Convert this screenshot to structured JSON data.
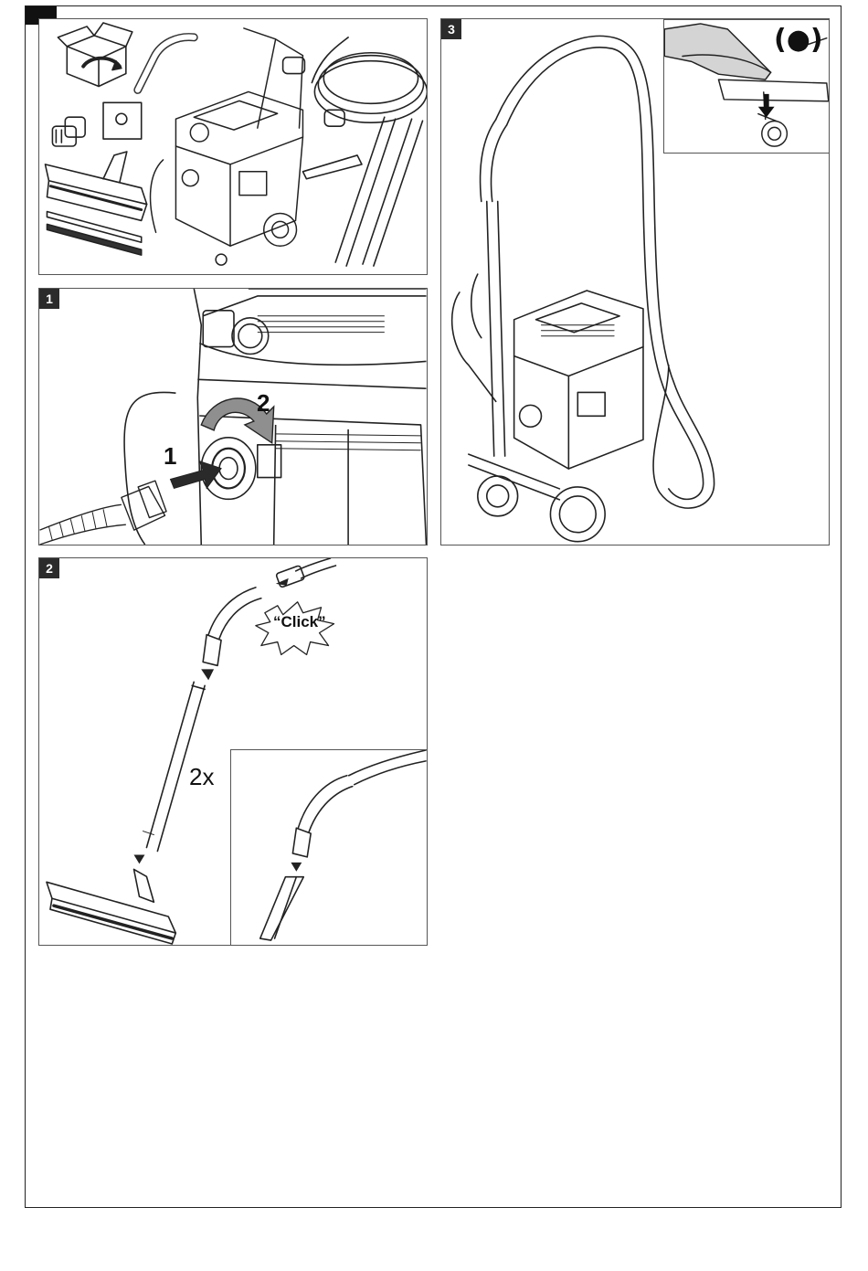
{
  "step_badges": {
    "step1": "1",
    "step2": "2",
    "step3": "3"
  },
  "step1": {
    "push_number": "1",
    "rotate_number": "2"
  },
  "step2": {
    "click_text": "“Click”",
    "repeat_text": "2x"
  },
  "step3": {
    "brake_symbol": "(●)"
  },
  "icons": [
    "unpacking-box-icon",
    "push-arrow-icon",
    "rotate-arrow-icon",
    "brake-pedal-arrow-icon",
    "click-burst-icon"
  ]
}
